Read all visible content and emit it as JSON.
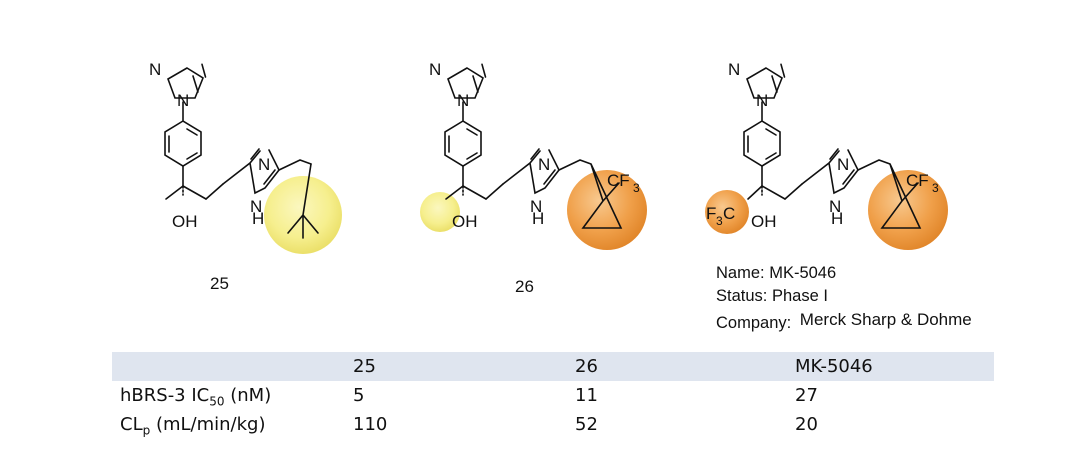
{
  "compounds": [
    {
      "label": "25",
      "groups": [
        "CH3",
        "CH2C(CH3)3"
      ],
      "highlight": "neopentyl (yellow)"
    },
    {
      "label": "26",
      "groups": [
        "CH3",
        "1-(trifluoromethyl)cyclopropylmethyl"
      ],
      "highlight": "methyl (yellow), CF3-cyclopropyl (orange)"
    },
    {
      "label": "MK-5046",
      "groups": [
        "CF3",
        "1-(trifluoromethyl)cyclopropylmethyl"
      ],
      "highlight": "CF3 (orange), CF3-cyclopropyl (orange)"
    }
  ],
  "atoms": {
    "N": "N",
    "H": "H",
    "OH": "OH",
    "NH_N": "N",
    "CF": "CF",
    "three": "3",
    "F": "F",
    "C": "C"
  },
  "info": {
    "name_label": "Name:",
    "name_value": "MK-5046",
    "status_label": "Status:",
    "status_value": "Phase I",
    "company_label": "Company:",
    "company_value": "Merck Sharp & Dohme"
  },
  "table": {
    "headers": [
      "",
      "25",
      "26",
      "MK-5046"
    ],
    "rows": [
      {
        "label_main": "hBRS-3 IC",
        "label_sub": "50",
        "label_tail": " (nM)",
        "values": [
          "5",
          "11",
          "27"
        ]
      },
      {
        "label_main": "CL",
        "label_sub": "p",
        "label_tail": " (mL/min/kg)",
        "values": [
          "110",
          "52",
          "20"
        ]
      }
    ]
  },
  "colors": {
    "yellow_highlight": "#f7f08a",
    "orange_highlight": "#f0a24a",
    "header_band": "#dfe5ef"
  }
}
